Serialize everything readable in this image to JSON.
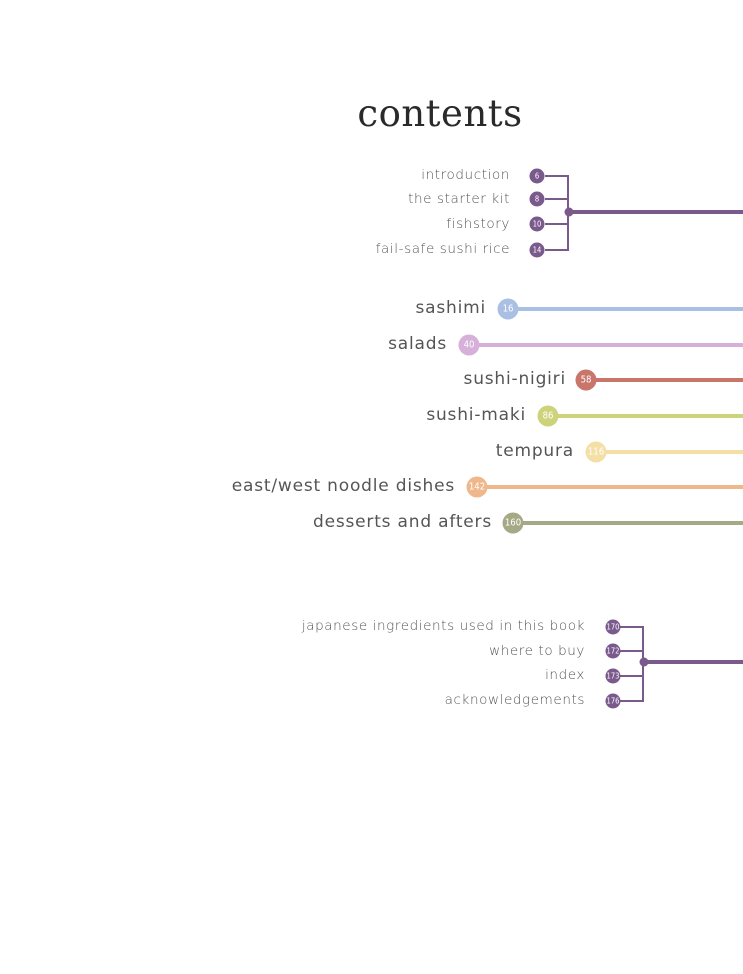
{
  "title": "contents",
  "intro_group": {
    "color": "#7a5a8c",
    "items": [
      {
        "label": "introduction",
        "page": "6"
      },
      {
        "label": "the starter kit",
        "page": "8"
      },
      {
        "label": "fishstory",
        "page": "10"
      },
      {
        "label": "fail-safe sushi rice",
        "page": "14"
      }
    ]
  },
  "chapters": [
    {
      "label": "sashimi",
      "page": "16",
      "color": "#a9bfe4"
    },
    {
      "label": "salads",
      "page": "40",
      "color": "#d6b0d8"
    },
    {
      "label": "sushi-nigiri",
      "page": "58",
      "color": "#c9756a"
    },
    {
      "label": "sushi-maki",
      "page": "86",
      "color": "#cdd37a"
    },
    {
      "label": "tempura",
      "page": "116",
      "color": "#f4dfa6"
    },
    {
      "label": "east/west noodle dishes",
      "page": "142",
      "color": "#efb88c"
    },
    {
      "label": "desserts and afters",
      "page": "160",
      "color": "#a5a986"
    }
  ],
  "back_group": {
    "color": "#7a5a8c",
    "items": [
      {
        "label": "japanese ingredients used in this book",
        "page": "170"
      },
      {
        "label": "where to buy",
        "page": "172"
      },
      {
        "label": "index",
        "page": "173"
      },
      {
        "label": "acknowledgements",
        "page": "176"
      }
    ]
  }
}
